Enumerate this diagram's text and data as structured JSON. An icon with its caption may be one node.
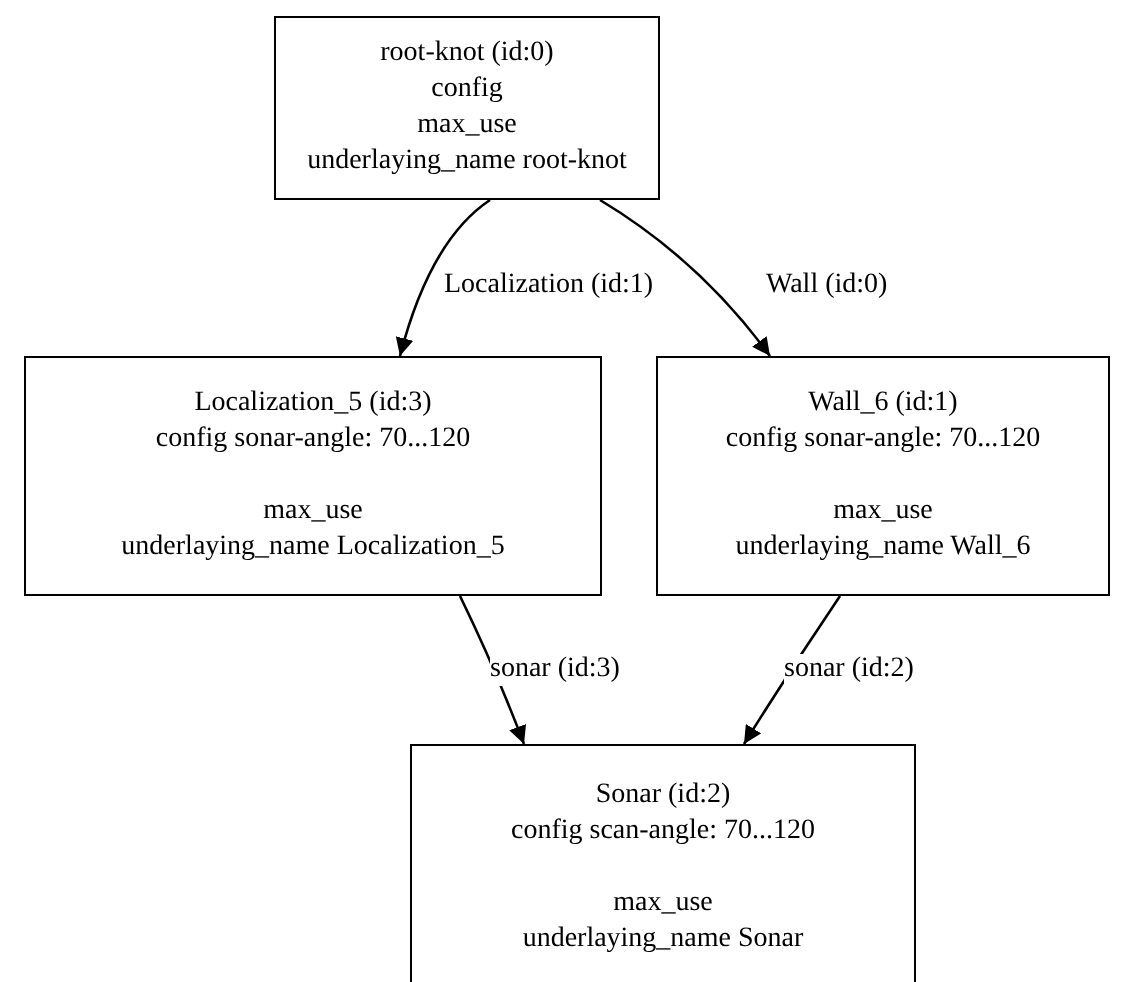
{
  "diagram": {
    "nodes": [
      {
        "text": [
          "root-knot (id:0)",
          "config",
          "max_use",
          "underlaying_name root-knot"
        ]
      },
      {
        "text": [
          "Localization_5 (id:3)",
          "config sonar-angle: 70...120",
          "max_use",
          "underlaying_name Localization_5"
        ]
      },
      {
        "text": [
          "Wall_6 (id:1)",
          "config sonar-angle: 70...120",
          "max_use",
          "underlaying_name Wall_6"
        ]
      },
      {
        "text": [
          "Sonar (id:2)",
          "config scan-angle: 70...120",
          "max_use",
          "underlaying_name Sonar"
        ]
      }
    ],
    "edges": [
      {
        "from": 0,
        "to": 1,
        "arrow": "to",
        "label": "Localization (id:1)"
      },
      {
        "from": 0,
        "to": 2,
        "arrow": "to",
        "label": "Wall (id:0)"
      },
      {
        "from": 1,
        "to": 3,
        "arrow": "to",
        "label": "sonar (id:3)"
      },
      {
        "from": 2,
        "to": 3,
        "arrow": "to",
        "label": "sonar (id:2)"
      }
    ]
  }
}
